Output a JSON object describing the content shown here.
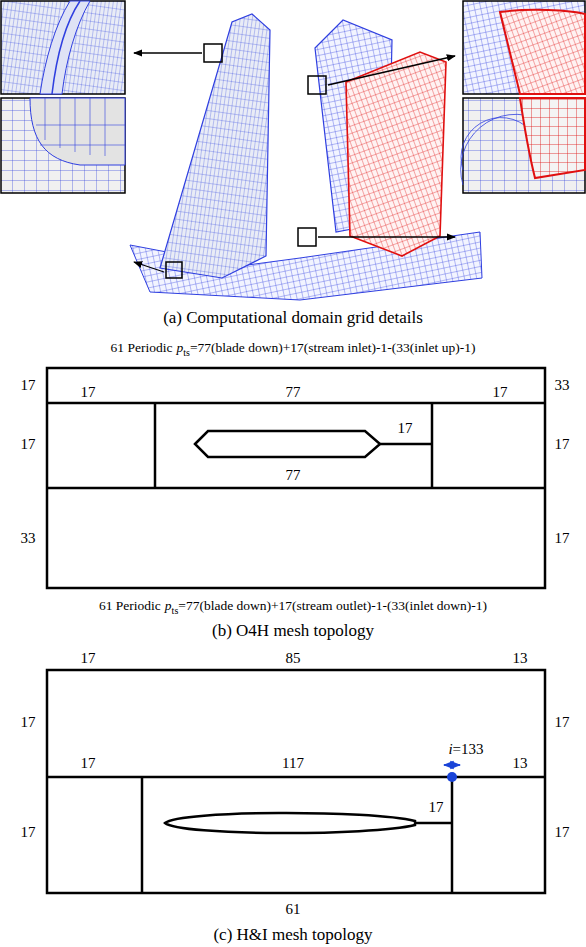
{
  "diagram": {
    "labels": [
      "(a) Computational domain grid details",
      "61 Periodic",
      "p",
      "ts",
      "=77(blade down)+17(stream inlet)-1-(33(inlet up)-1)",
      "17",
      "17",
      "77",
      "17",
      "33",
      "17",
      "17",
      "17",
      "77",
      "33",
      "17",
      "61 Periodic",
      "p",
      "ts",
      "=77(blade down)+17(stream outlet)-1-(33(inlet down)-1)",
      "(b) O4H mesh topology",
      "17",
      "85",
      "13",
      "17",
      "17",
      "17",
      "117",
      "i",
      "=133",
      "13",
      "17",
      "17",
      "17",
      "61",
      "(c) H&I mesh topology"
    ]
  }
}
